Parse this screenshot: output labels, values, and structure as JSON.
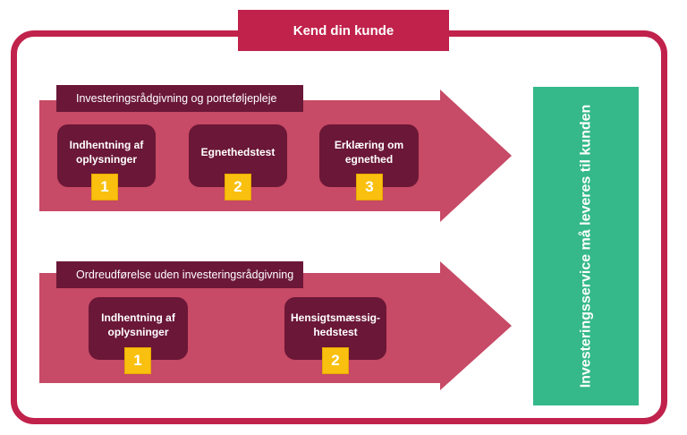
{
  "title": "Kend din kunde",
  "flows": [
    {
      "label": "Investeringsrådgivning og porteføljepleje",
      "steps": [
        {
          "text": "Indhentning af oplysninger",
          "number": "1"
        },
        {
          "text": "Egnethedstest",
          "number": "2"
        },
        {
          "text": "Erklæring om egnethed",
          "number": "3"
        }
      ]
    },
    {
      "label": "Ordreudførelse uden investeringsrådgivning",
      "steps": [
        {
          "text": "Indhentning af oplysninger",
          "number": "1"
        },
        {
          "text": "Hensigtsmæssig-hedstest",
          "number": "2"
        }
      ]
    }
  ],
  "result": "Investeringsservice må leveres til kunden",
  "colors": {
    "frame": "#c0224b",
    "arrow": "#c74a66",
    "box": "#6b1737",
    "number": "#f9c00f",
    "result": "#35b98a"
  }
}
